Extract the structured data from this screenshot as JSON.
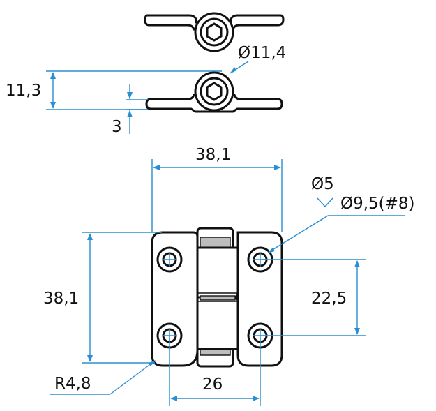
{
  "colors": {
    "dimension_line": "#2a8fd0",
    "outline": "#111111",
    "background": "#ffffff"
  },
  "dimensions": {
    "pin_diameter": "Ø11,4",
    "side_height": "11,3",
    "leaf_thickness": "3",
    "overall_width": "38,1",
    "hole_small": "Ø5",
    "hole_countersink": "Ø9,5(#8)",
    "overall_height": "38,1",
    "hole_vertical_spacing": "22,5",
    "corner_radius": "R4,8",
    "hole_horizontal_spacing": "26"
  }
}
